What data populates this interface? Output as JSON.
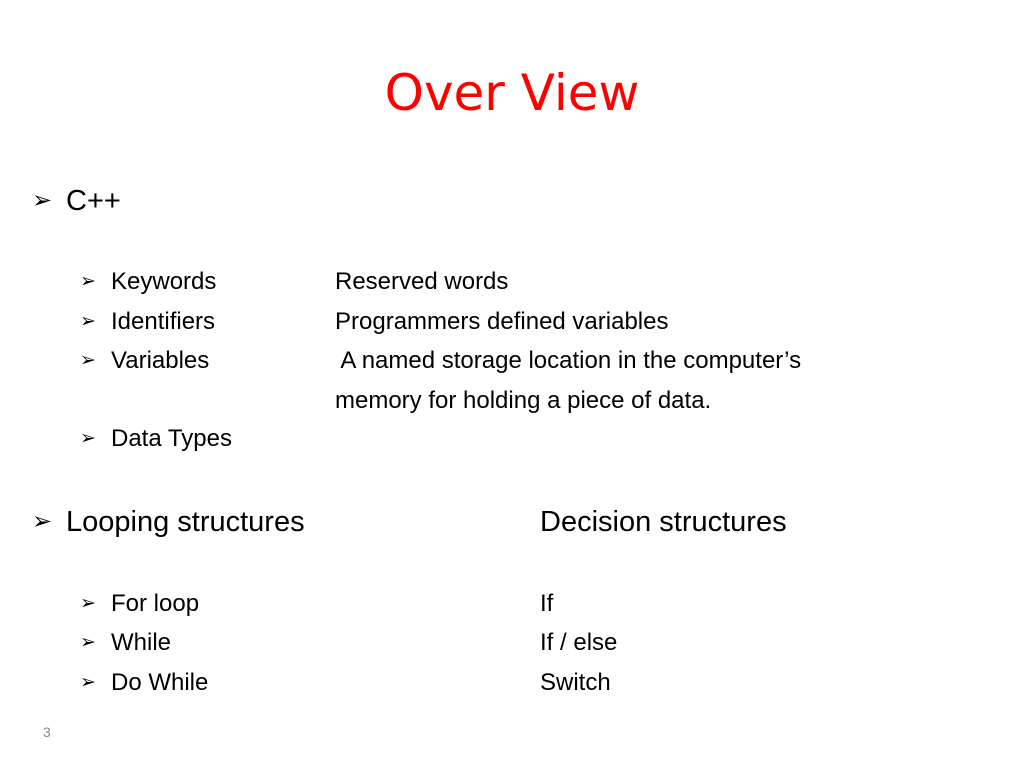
{
  "slide": {
    "title": "Over View",
    "bullet_glyph": "➢",
    "sections": {
      "cpp": {
        "label": "C++",
        "items": [
          {
            "term": "Keywords",
            "desc": "Reserved words"
          },
          {
            "term": "Identifiers",
            "desc": "Programmers defined variables"
          },
          {
            "term": "Variables",
            "desc": " A named storage location in the computer’s",
            "desc_cont": "memory for holding a piece of data."
          },
          {
            "term": "Data Types",
            "desc": ""
          }
        ]
      },
      "looping": {
        "label": "Looping structures",
        "items": [
          "For loop",
          "While",
          "Do While"
        ]
      },
      "decision": {
        "label": "Decision structures",
        "items": [
          "If",
          "If / else",
          "Switch"
        ]
      }
    },
    "page_number": "3"
  }
}
